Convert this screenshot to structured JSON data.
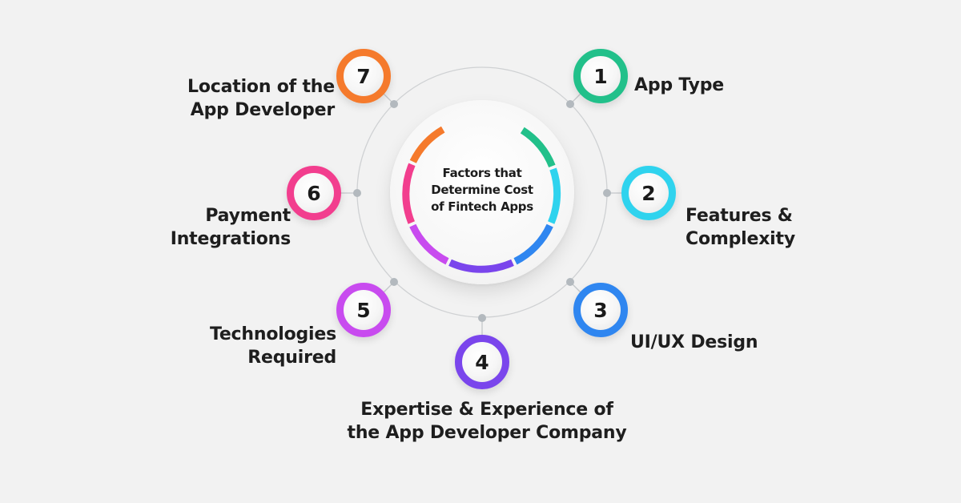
{
  "hub": {
    "title_line1": "Factors that",
    "title_line2": "Determine Cost",
    "title_line3": "of Fintech Apps"
  },
  "factors": [
    {
      "number": "1",
      "line1": "App Type",
      "line2": "",
      "color": "#22c08a"
    },
    {
      "number": "2",
      "line1": "Features &",
      "line2": "Complexity",
      "color": "#2fd3ee"
    },
    {
      "number": "3",
      "line1": "UI/UX Design",
      "line2": "",
      "color": "#2f86f0"
    },
    {
      "number": "4",
      "line1": "Expertise & Experience of",
      "line2": "the App Developer Company",
      "color": "#7a45ec"
    },
    {
      "number": "5",
      "line1": "Technologies",
      "line2": "Required",
      "color": "#c84bef"
    },
    {
      "number": "6",
      "line1": "Payment",
      "line2": "Integrations",
      "color": "#f23e8e"
    },
    {
      "number": "7",
      "line1": "Location of the",
      "line2": "App Developer",
      "color": "#f57a2c"
    }
  ],
  "colors": {
    "background": "#f2f2f2",
    "ring": "#cfd1d3",
    "connector_dot": "#b3b9be",
    "text": "#1e1e1e"
  }
}
